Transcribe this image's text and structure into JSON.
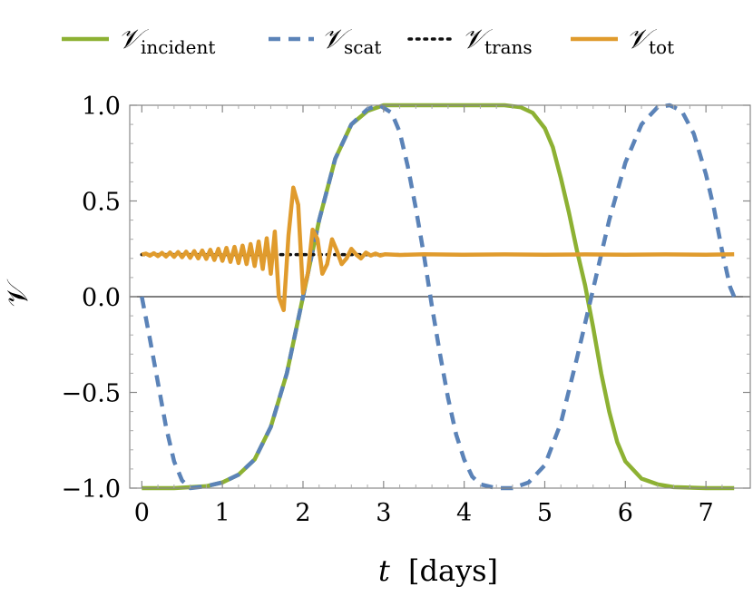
{
  "chart_data": {
    "type": "line",
    "xlabel_var": "t",
    "xlabel_unit": "[days]",
    "ylabel": "𝒱",
    "xlim": [
      -0.15,
      7.55
    ],
    "ylim": [
      -1.0,
      1.0
    ],
    "x_ticks": [
      0,
      1,
      2,
      3,
      4,
      5,
      6,
      7
    ],
    "y_ticks": [
      -1.0,
      -0.5,
      0.0,
      0.5,
      1.0
    ],
    "y_tick_labels": [
      "−1.0",
      "−0.5",
      "0.0",
      "0.5",
      "1.0"
    ],
    "grid": false,
    "legend_position": "top",
    "series": [
      {
        "name_main": "𝒱",
        "name_sub": "incident",
        "color": "#8db133",
        "style": "solid",
        "points": [
          [
            0,
            -1.0
          ],
          [
            0.4,
            -1.0
          ],
          [
            0.8,
            -0.99
          ],
          [
            1.0,
            -0.97
          ],
          [
            1.2,
            -0.93
          ],
          [
            1.4,
            -0.85
          ],
          [
            1.6,
            -0.68
          ],
          [
            1.8,
            -0.4
          ],
          [
            2.0,
            0.0
          ],
          [
            2.2,
            0.4
          ],
          [
            2.4,
            0.72
          ],
          [
            2.6,
            0.9
          ],
          [
            2.8,
            0.97
          ],
          [
            3.0,
            1.0
          ],
          [
            3.5,
            1.0
          ],
          [
            4.0,
            1.0
          ],
          [
            4.5,
            1.0
          ],
          [
            4.7,
            0.99
          ],
          [
            4.85,
            0.96
          ],
          [
            5.0,
            0.88
          ],
          [
            5.1,
            0.78
          ],
          [
            5.2,
            0.62
          ],
          [
            5.3,
            0.44
          ],
          [
            5.4,
            0.24
          ],
          [
            5.5,
            0.06
          ],
          [
            5.6,
            -0.16
          ],
          [
            5.7,
            -0.4
          ],
          [
            5.8,
            -0.6
          ],
          [
            5.9,
            -0.76
          ],
          [
            6.0,
            -0.86
          ],
          [
            6.2,
            -0.95
          ],
          [
            6.4,
            -0.98
          ],
          [
            6.6,
            -0.995
          ],
          [
            7.0,
            -1.0
          ],
          [
            7.35,
            -1.0
          ]
        ]
      },
      {
        "name_main": "𝒱",
        "name_sub": "scat",
        "color": "#5b83b8",
        "style": "dashed",
        "points": [
          [
            0,
            0.0
          ],
          [
            0.1,
            -0.22
          ],
          [
            0.2,
            -0.45
          ],
          [
            0.3,
            -0.68
          ],
          [
            0.4,
            -0.86
          ],
          [
            0.5,
            -0.96
          ],
          [
            0.6,
            -1.0
          ],
          [
            0.8,
            -0.99
          ],
          [
            1.0,
            -0.97
          ],
          [
            1.2,
            -0.93
          ],
          [
            1.4,
            -0.85
          ],
          [
            1.6,
            -0.68
          ],
          [
            1.8,
            -0.4
          ],
          [
            2.0,
            0.0
          ],
          [
            2.2,
            0.4
          ],
          [
            2.4,
            0.72
          ],
          [
            2.6,
            0.9
          ],
          [
            2.8,
            0.98
          ],
          [
            2.95,
            1.0
          ],
          [
            3.1,
            0.96
          ],
          [
            3.2,
            0.86
          ],
          [
            3.3,
            0.68
          ],
          [
            3.4,
            0.46
          ],
          [
            3.5,
            0.22
          ],
          [
            3.6,
            -0.05
          ],
          [
            3.7,
            -0.3
          ],
          [
            3.8,
            -0.53
          ],
          [
            3.9,
            -0.72
          ],
          [
            4.0,
            -0.85
          ],
          [
            4.1,
            -0.94
          ],
          [
            4.2,
            -0.98
          ],
          [
            4.4,
            -1.0
          ],
          [
            4.6,
            -1.0
          ],
          [
            4.8,
            -0.97
          ],
          [
            5.0,
            -0.88
          ],
          [
            5.2,
            -0.66
          ],
          [
            5.4,
            -0.32
          ],
          [
            5.6,
            0.04
          ],
          [
            5.8,
            0.4
          ],
          [
            6.0,
            0.7
          ],
          [
            6.2,
            0.9
          ],
          [
            6.4,
            0.99
          ],
          [
            6.55,
            1.0
          ],
          [
            6.7,
            0.97
          ],
          [
            6.85,
            0.85
          ],
          [
            7.0,
            0.64
          ],
          [
            7.1,
            0.46
          ],
          [
            7.2,
            0.24
          ],
          [
            7.3,
            0.05
          ],
          [
            7.35,
            0.0
          ]
        ]
      },
      {
        "name_main": "𝒱",
        "name_sub": "trans",
        "color": "#111111",
        "style": "dotted",
        "points": [
          [
            0,
            0.22
          ],
          [
            7.35,
            0.22
          ]
        ]
      },
      {
        "name_main": "𝒱",
        "name_sub": "tot",
        "color": "#e09b2d",
        "style": "solid",
        "points": [
          [
            0.0,
            0.22
          ],
          [
            0.05,
            0.225
          ],
          [
            0.1,
            0.214
          ],
          [
            0.15,
            0.227
          ],
          [
            0.2,
            0.212
          ],
          [
            0.25,
            0.229
          ],
          [
            0.3,
            0.21
          ],
          [
            0.35,
            0.231
          ],
          [
            0.4,
            0.208
          ],
          [
            0.45,
            0.233
          ],
          [
            0.5,
            0.206
          ],
          [
            0.55,
            0.235
          ],
          [
            0.6,
            0.203
          ],
          [
            0.65,
            0.238
          ],
          [
            0.7,
            0.2
          ],
          [
            0.75,
            0.241
          ],
          [
            0.8,
            0.197
          ],
          [
            0.85,
            0.245
          ],
          [
            0.9,
            0.192
          ],
          [
            0.95,
            0.25
          ],
          [
            1.0,
            0.187
          ],
          [
            1.05,
            0.255
          ],
          [
            1.1,
            0.182
          ],
          [
            1.15,
            0.26
          ],
          [
            1.2,
            0.176
          ],
          [
            1.25,
            0.267
          ],
          [
            1.3,
            0.17
          ],
          [
            1.35,
            0.275
          ],
          [
            1.4,
            0.16
          ],
          [
            1.45,
            0.288
          ],
          [
            1.5,
            0.145
          ],
          [
            1.55,
            0.305
          ],
          [
            1.6,
            0.12
          ],
          [
            1.65,
            0.34
          ],
          [
            1.7,
            0.0
          ],
          [
            1.76,
            -0.07
          ],
          [
            1.82,
            0.32
          ],
          [
            1.88,
            0.57
          ],
          [
            1.94,
            0.48
          ],
          [
            2.0,
            0.02
          ],
          [
            2.06,
            0.12
          ],
          [
            2.12,
            0.35
          ],
          [
            2.18,
            0.3
          ],
          [
            2.24,
            0.12
          ],
          [
            2.3,
            0.17
          ],
          [
            2.36,
            0.3
          ],
          [
            2.42,
            0.24
          ],
          [
            2.48,
            0.17
          ],
          [
            2.54,
            0.2
          ],
          [
            2.6,
            0.25
          ],
          [
            2.66,
            0.22
          ],
          [
            2.72,
            0.2
          ],
          [
            2.78,
            0.23
          ],
          [
            2.84,
            0.215
          ],
          [
            2.9,
            0.225
          ],
          [
            2.96,
            0.215
          ],
          [
            3.02,
            0.222
          ],
          [
            3.2,
            0.218
          ],
          [
            3.5,
            0.222
          ],
          [
            4.0,
            0.219
          ],
          [
            4.5,
            0.221
          ],
          [
            5.0,
            0.219
          ],
          [
            5.5,
            0.221
          ],
          [
            6.0,
            0.219
          ],
          [
            6.5,
            0.221
          ],
          [
            7.0,
            0.219
          ],
          [
            7.35,
            0.222
          ]
        ]
      }
    ]
  }
}
